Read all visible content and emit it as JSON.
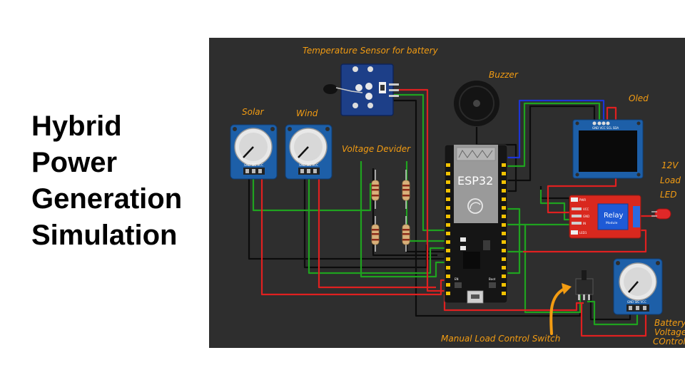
{
  "title_lines": [
    "Hybrid",
    "Power",
    "Generation",
    "Simulation"
  ],
  "labels": {
    "temp_sensor": "Temperature Sensor for battery",
    "buzzer": "Buzzer",
    "oled": "Oled",
    "solar": "Solar",
    "wind": "Wind",
    "voltage_divider": "Voltage Devider",
    "load_led": [
      "12V",
      "Load",
      "LED"
    ],
    "manual_switch": "Manual Load Control Switch",
    "battery_controller": [
      "Battery",
      "Voltage",
      "COntroller"
    ]
  },
  "board": {
    "name": "ESP32",
    "boot": "Boot",
    "en": "EN"
  },
  "relay": {
    "name": "Relay",
    "sub": "Module",
    "pins": [
      "VCC",
      "GND",
      "IN"
    ],
    "led_pwr": "PWR",
    "led1": "LED1"
  },
  "oled_pins": "GND VCC SCL SDA",
  "pot_pins": "GND SIG VCC",
  "colors": {
    "canvas": "#2e2e2e",
    "wire_red": "#e02020",
    "wire_green": "#1fa31f",
    "wire_black": "#0c0c0c",
    "wire_blue": "#1c35d6",
    "pot_board": "#1d5fa8",
    "relay": "#d9281e",
    "label": "#f39c12"
  }
}
